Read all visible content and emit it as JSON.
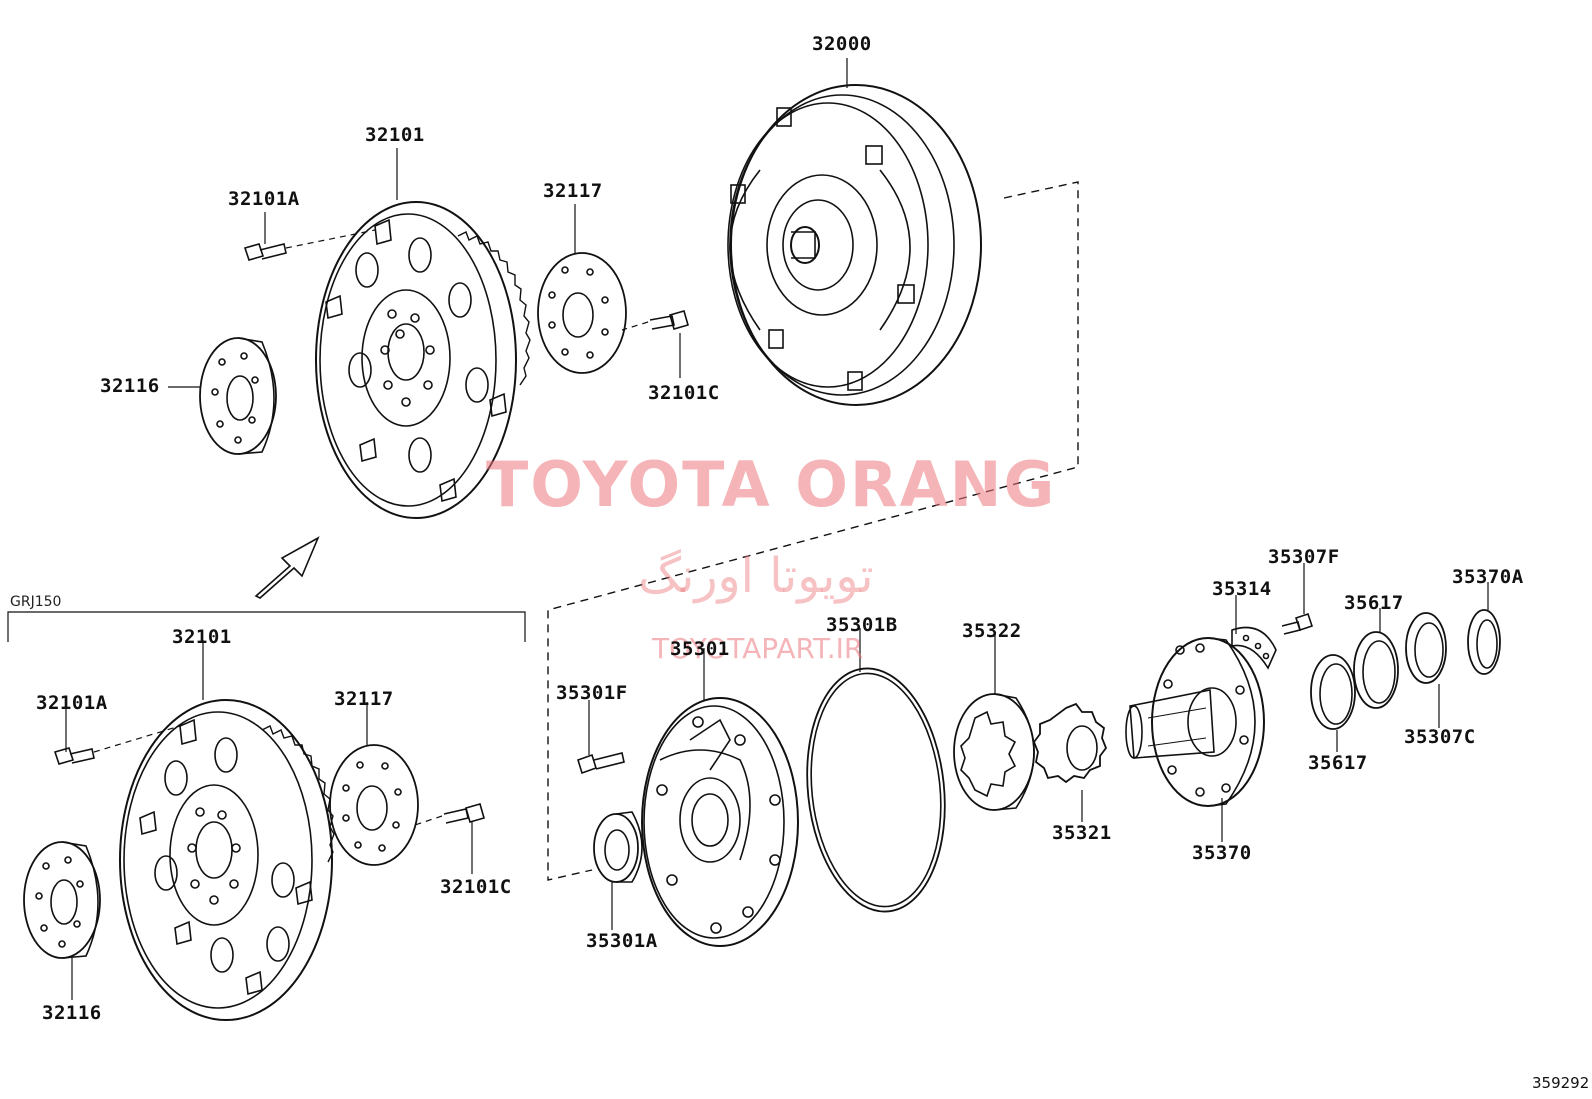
{
  "diagram": {
    "group_label": "GRJ150",
    "diagram_id": "359292",
    "labels": {
      "p32000": "32000",
      "p32101_top": "32101",
      "p32101A_top": "32101A",
      "p32117_top": "32117",
      "p32116_top": "32116",
      "p32101C_top": "32101C",
      "p32101_bot": "32101",
      "p32101A_bot": "32101A",
      "p32117_bot": "32117",
      "p32116_bot": "32116",
      "p32101C_bot": "32101C",
      "p35301F": "35301F",
      "p35301": "35301",
      "p35301A": "35301A",
      "p35301B": "35301B",
      "p35322": "35322",
      "p35321": "35321",
      "p35314": "35314",
      "p35307F": "35307F",
      "p35370": "35370",
      "p35617_top": "35617",
      "p35617_bot": "35617",
      "p35370A": "35370A",
      "p35307C": "35307C"
    }
  },
  "watermark": {
    "title": "TOYOTA ORANG",
    "title_fa": "تویوتا اورنگ",
    "url": "TOYOTAPART.IR",
    "color": "#ec787d"
  }
}
